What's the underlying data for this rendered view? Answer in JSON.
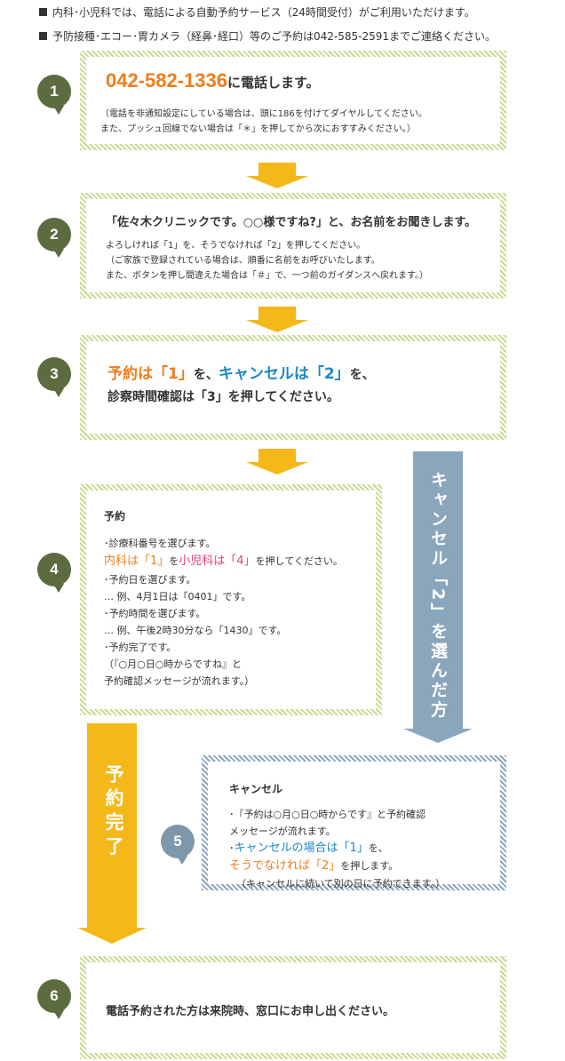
{
  "notes": [
    "内科･小児科では、電話による自動予約サービス（24時間受付）がご利用いただけます。",
    "予防接種･エコー･胃カメラ（経鼻･経口）等のご予約は042-585-2591までご連絡ください。"
  ],
  "steps": {
    "s1": {
      "num": "1",
      "phone": "042-582-1336",
      "title_suffix": "に電話します。",
      "line1": "（電話を非通知設定にしている場合は、頭に186を付けてダイヤルしてください。",
      "line2": "また、プッシュ回線でない場合は「＊」を押してから次におすすみください。）"
    },
    "s2": {
      "num": "2",
      "title": "「佐々木クリニックです。○○様ですね?」と、お名前をお聞きします。",
      "line1": "よろしければ「1」を、そうでなければ「2」を押してください。",
      "line2": "（ご家族で登録されている場合は、順番に名前をお呼びいたします。",
      "line3": "また、ボタンを押し間違えた場合は「＃」で、一つ前のガイダンスへ戻れます。）"
    },
    "s3": {
      "num": "3",
      "part1": "予約は「1」",
      "part2": "を、",
      "part3": "キャンセルは「2」",
      "part4": "を、",
      "line2": "診察時間確認は「3」を押してください。"
    },
    "s4": {
      "num": "4",
      "heading": "予約",
      "l1": "･診療科番号を選びます。",
      "l2a": "内科は「1」",
      "l2b": "を",
      "l2c": "小児科は「4」",
      "l2d": "を押してください。",
      "l3": "･予約日を選びます。",
      "l4": "… 例、4月1日は「0401」です。",
      "l5": "･予約時間を選びます。",
      "l6": "… 例、午後2時30分なら「1430」です。",
      "l7": "･予約完了です。",
      "l8": "（『○月○日○時からですね』と",
      "l9": "予約確認メッセージが流れます。）"
    },
    "s5": {
      "num": "5",
      "heading": "キャンセル",
      "l1": "･『予約は○月○日○時からです』と予約確認",
      "l2": "メッセージが流れます。",
      "l3a": "･",
      "l3b": "キャンセルの場合は「1」",
      "l3c": "を、",
      "l4a": "そうでなければ「2」",
      "l4b": "を押します。",
      "l5": "（キャンセルに続いて別の日に予約できます。）"
    },
    "s6": {
      "num": "6",
      "text": "電話予約された方は来院時、窓口にお申し出ください。"
    }
  },
  "arrows": {
    "cancel_label": "キャンセル「2」を選んだ方",
    "complete_label": "予約完了"
  },
  "colors": {
    "green_border": "#c6dc93",
    "badge_green": "#5d6b40",
    "badge_blue": "#7f97aa",
    "arrow_yellow": "#f5b81a",
    "arrow_blue": "#8aa6bd",
    "orange_text": "#ef7d1a",
    "blue_text": "#1f87c8",
    "pink_text": "#e8397f"
  }
}
